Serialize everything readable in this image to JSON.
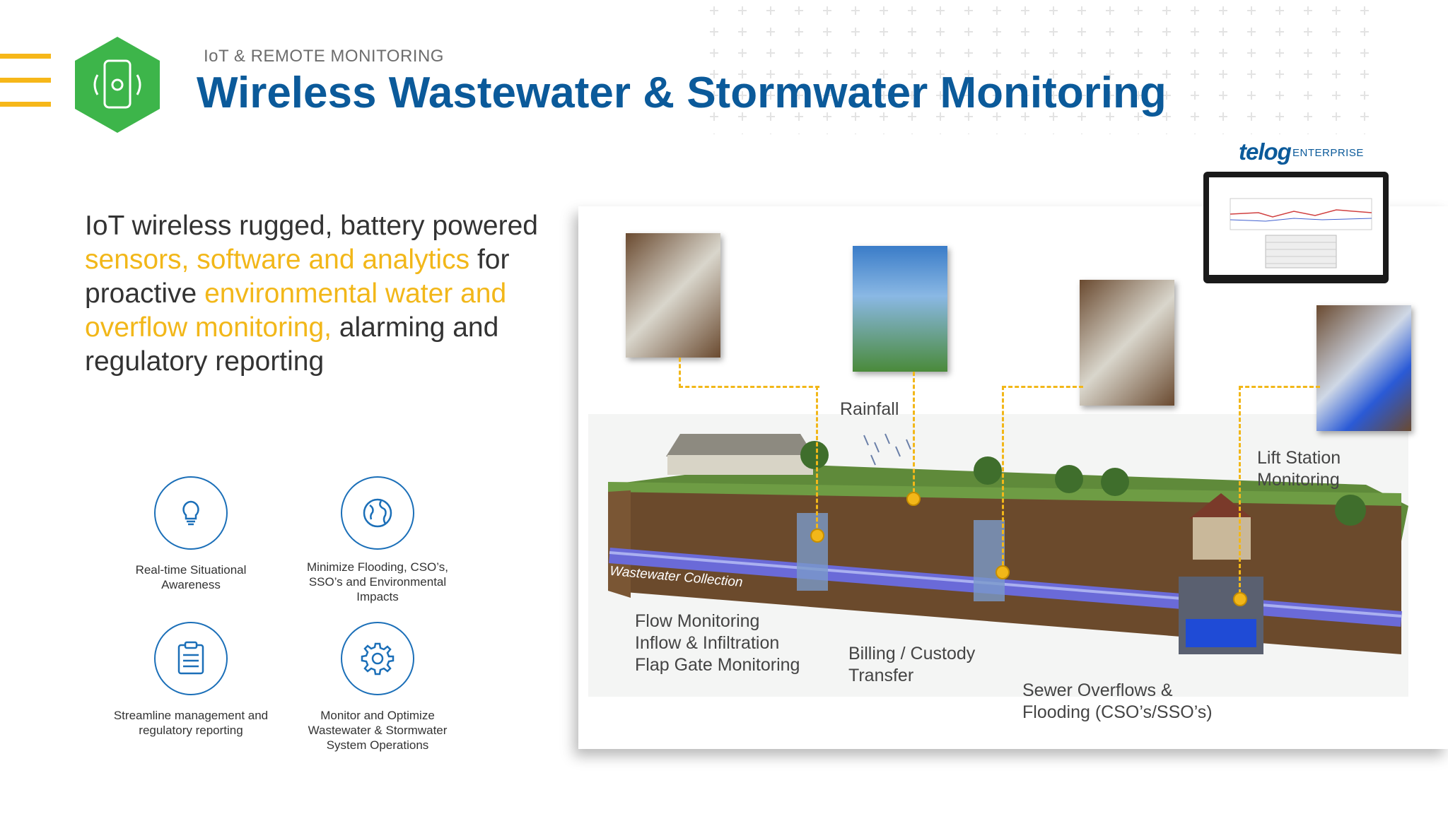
{
  "header": {
    "eyebrow": "IoT & REMOTE MONITORING",
    "title": "Wireless Wastewater & Stormwater Monitoring"
  },
  "intro": {
    "part1": "IoT wireless rugged, battery powered ",
    "highlight1": "sensors, software and analytics",
    "part2": " for proactive ",
    "highlight2": "environmental water and overflow monitoring,",
    "part3": " alarming and regulatory reporting"
  },
  "features": [
    {
      "label": "Real-time Situational Awareness",
      "icon": "lightbulb-icon"
    },
    {
      "label": "Minimize Flooding, CSO’s, SSO’s and Environmental Impacts",
      "icon": "globe-icon"
    },
    {
      "label": "Streamline management and regulatory reporting",
      "icon": "clipboard-icon"
    },
    {
      "label": "Monitor and Optimize Wastewater & Stormwater System Operations",
      "icon": "gear-icon"
    }
  ],
  "diagram": {
    "brand": "telog",
    "brand_suffix": "ENTERPRISE",
    "rainfall": "Rainfall",
    "lift_station_1": "Lift Station",
    "lift_station_2": "Monitoring",
    "flow_1": "Flow Monitoring",
    "flow_2": "Inflow & Infiltration",
    "flow_3": "Flap Gate Monitoring",
    "billing_1": "Billing / Custody",
    "billing_2": "Transfer",
    "sewer_1": "Sewer Overflows &",
    "sewer_2": "Flooding (CSO’s/SSO’s)",
    "pipe_label": "Wastewater Collection"
  },
  "colors": {
    "accent_yellow": "#f2b719",
    "title_blue": "#0b5a9a",
    "icon_blue": "#1b6fb8",
    "hex_green": "#3db54a"
  }
}
